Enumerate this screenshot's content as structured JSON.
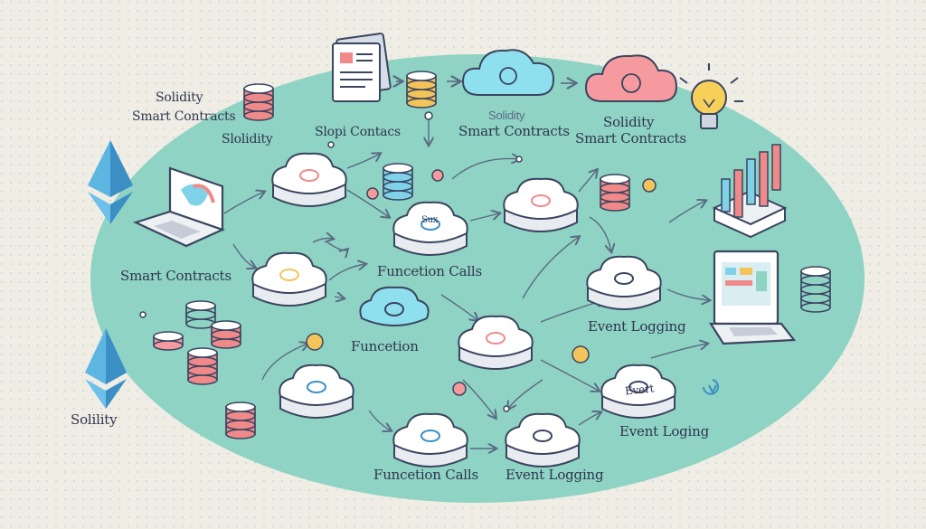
{
  "labels": {
    "solidity_top_left": "Solidity",
    "smart_contracts_top_left": "Smart Contracts",
    "solidity_small": "Slolidity",
    "slopi_contacs": "Slopi Contacs",
    "solidity_cloud": "Solidity",
    "smart_contracts_cloud": "Smart Contracts",
    "solidity_right": "Solidity",
    "smart_contracts_right": "Smart Contracts",
    "smart_contracts_left": "Smart Contracts",
    "function_calls_center": "Funcetion Calls",
    "function_center": "Funcetion",
    "event_logging_right": "Event Logging",
    "event_logging_lower_right": "Event Loging",
    "function_calls_bottom": "Funcetion Calls",
    "event_logging_bottom": "Event Logging",
    "solidity_bottom_left": "Solility",
    "event_tile_text": "Evert",
    "sux_tile_text": "Sux"
  },
  "colors": {
    "background": "#efede4",
    "blob": "#8fd3c4",
    "tile": "#ffffff",
    "accent_coral": "#f08a8a",
    "accent_cyan": "#7fd2e8",
    "accent_gold": "#f3c45a",
    "ethereum": "#4fa8d8"
  },
  "icons": [
    "ethereum-icon",
    "document-icon",
    "cloud-icon",
    "lightbulb-icon",
    "laptop-icon",
    "database-icon",
    "bar-chart-icon",
    "coin-icon"
  ]
}
